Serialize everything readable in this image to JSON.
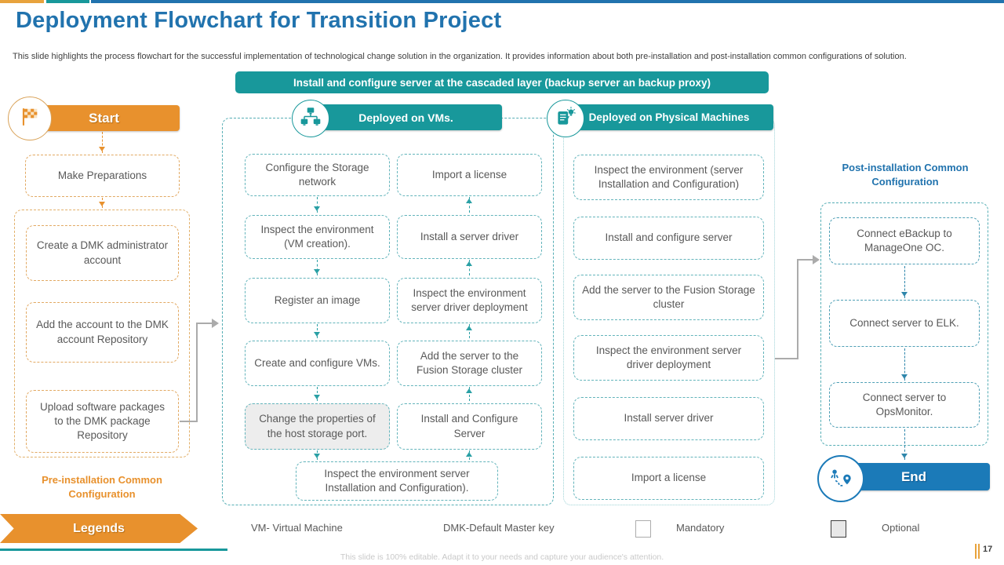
{
  "slide": {
    "title": "Deployment Flowchart for Transition Project",
    "subtitle": "This slide highlights the process flowchart for the  successful implementation of technological change solution in the organization. It provides information about both pre-installation and post-installation common configurations of solution.",
    "footer_note": "This slide is 100% editable. Adapt it to your needs and capture your audience's attention.",
    "page_number": "17"
  },
  "banner": {
    "text": "Install and configure server  at the  cascaded layer (backup server  an backup  proxy)"
  },
  "colors": {
    "orange": "#E8912D",
    "teal": "#18989B",
    "title_blue": "#2173AE",
    "end_blue": "#1B7AB8",
    "box_text": "#595959"
  },
  "pre_install": {
    "start_label": "Start",
    "first_step": "Make Preparations",
    "group_steps": [
      "Create a DMK administrator account",
      "Add the account to the DMK account Repository",
      "Upload software packages to the DMK package Repository"
    ],
    "caption": "Pre-installation Common Configuration",
    "legends_label": "Legends"
  },
  "vm_group": {
    "header": "Deployed on VMs.",
    "down_steps": [
      "Configure the Storage network",
      "Inspect the environment (VM creation).",
      "Register an image",
      "Create and configure VMs.",
      "Change the properties of the host storage port."
    ],
    "up_steps": [
      "Import  a license",
      "Install a server driver",
      "Inspect the environment server driver deployment",
      "Add the server to the Fusion Storage cluster",
      "Install and Configure Server"
    ],
    "bottom_step": "Inspect the environment  server Installation and Configuration)."
  },
  "physical_group": {
    "header": "Deployed on Physical Machines",
    "steps": [
      "Inspect the environment  (server Installation  and Configuration)",
      "Install and configure server",
      "Add the server to the Fusion Storage cluster",
      "Inspect the environment  server driver deployment",
      "Install server driver",
      "Import  a license"
    ]
  },
  "post_install": {
    "caption": "Post-installation Common Configuration",
    "steps": [
      "Connect eBackup to ManageOne OC.",
      "Connect server to ELK.",
      "Connect server to OpsMonitor."
    ],
    "end_label": "End"
  },
  "legend": {
    "vm_abbrev": "VM- Virtual Machine",
    "dmk_abbrev": "DMK-Default Master key",
    "mandatory_label": "Mandatory",
    "optional_label": "Optional"
  }
}
